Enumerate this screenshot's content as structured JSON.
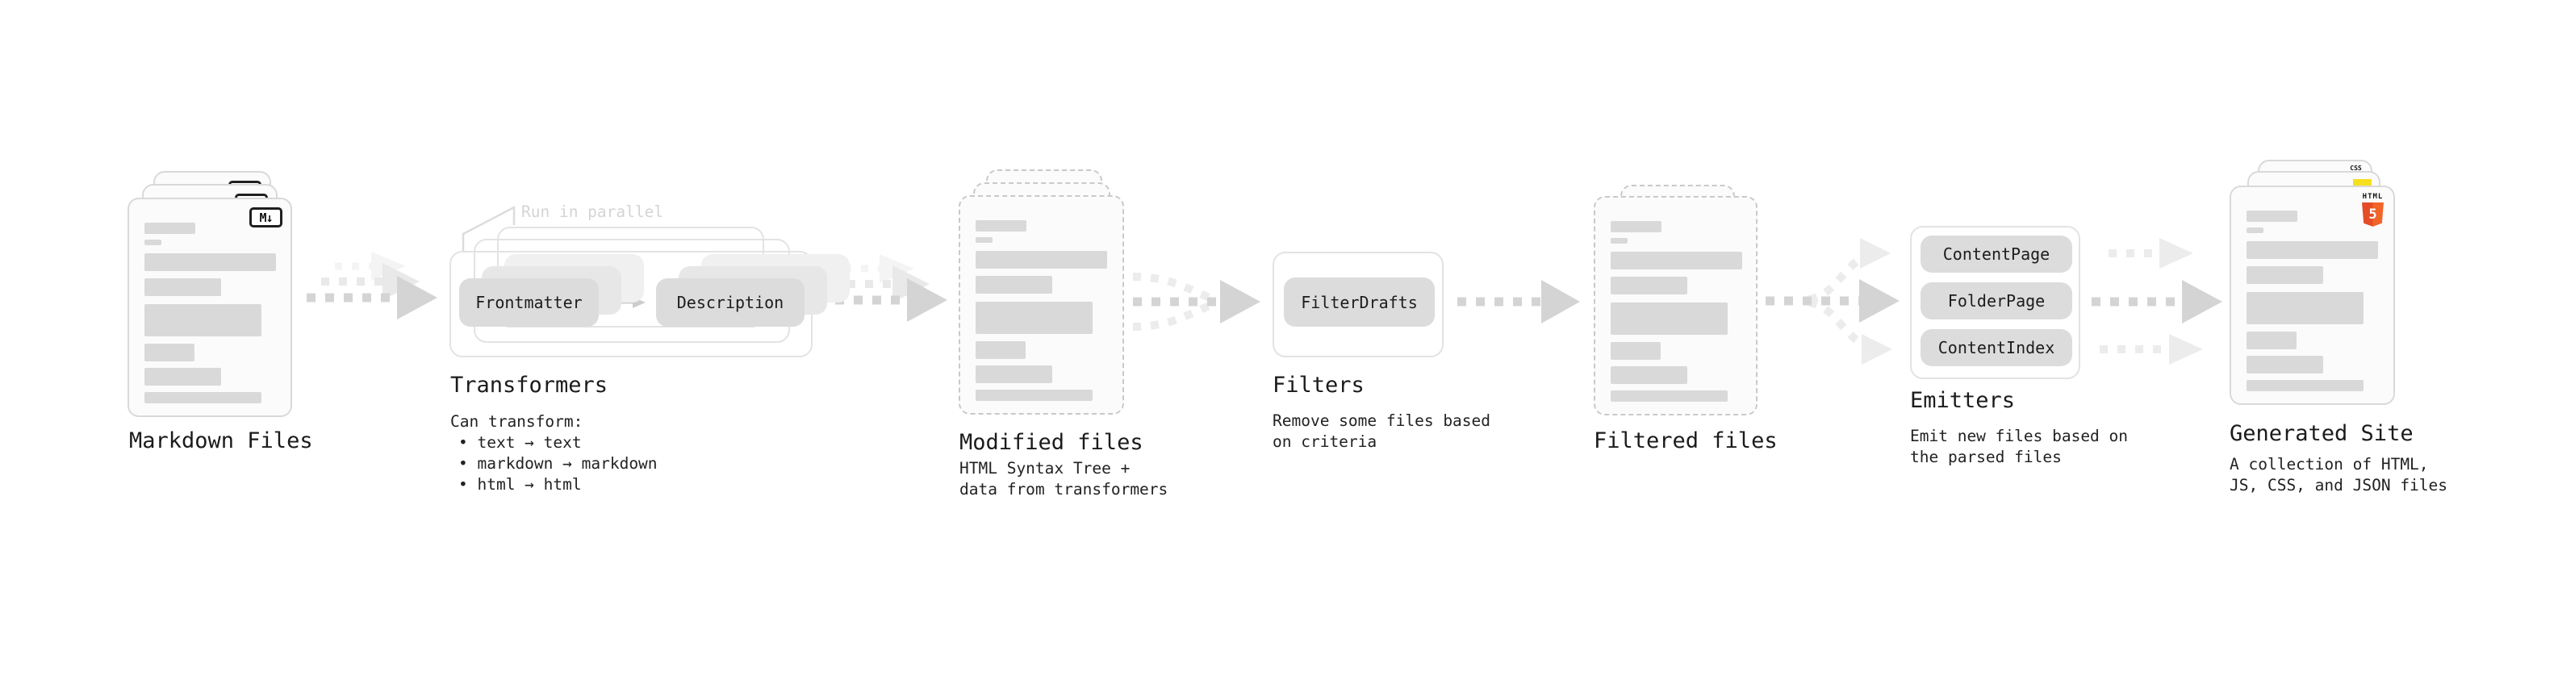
{
  "stages": {
    "markdown_files": {
      "label": "Markdown Files",
      "badge": "M↓"
    },
    "transformers": {
      "label": "Transformers",
      "annotation": "Run in parallel",
      "buttons": [
        "Frontmatter",
        "Description"
      ],
      "description": [
        "Can transform:",
        "• text → text",
        "• markdown → markdown",
        "• html → html"
      ]
    },
    "modified_files": {
      "label": "Modified files",
      "description": [
        "HTML Syntax Tree +",
        "data from transformers"
      ]
    },
    "filters": {
      "label": "Filters",
      "buttons": [
        "FilterDrafts"
      ],
      "description": [
        "Remove some files based",
        "on criteria"
      ]
    },
    "filtered_files": {
      "label": "Filtered files"
    },
    "emitters": {
      "label": "Emitters",
      "buttons": [
        "ContentPage",
        "FolderPage",
        "ContentIndex"
      ],
      "description": [
        "Emit new files based on",
        "the parsed files"
      ]
    },
    "generated_site": {
      "label": "Generated Site",
      "badges": {
        "html5_text": "HTML",
        "html5_number": "5",
        "css_text": "CSS"
      },
      "description": [
        "A collection of HTML,",
        "JS, CSS, and JSON files"
      ]
    }
  },
  "colors": {
    "html5_orange": "#E44D26",
    "html5_orange_light": "#F16529",
    "js_yellow": "#F7DF1E",
    "css_blue": "#2965F1",
    "arrow_dark": "#D4D4D4",
    "arrow_light": "#E9E9E9",
    "arrow_faint": "#F4F4F4",
    "doc_border": "#D9D9D9",
    "doc_fill": "#FBFBFB",
    "bar_gray": "#D9D9D9",
    "button_gray": "#DCDCDC",
    "annotation_gray": "#D4D4D4",
    "text_dark": "#1C1C1C"
  }
}
